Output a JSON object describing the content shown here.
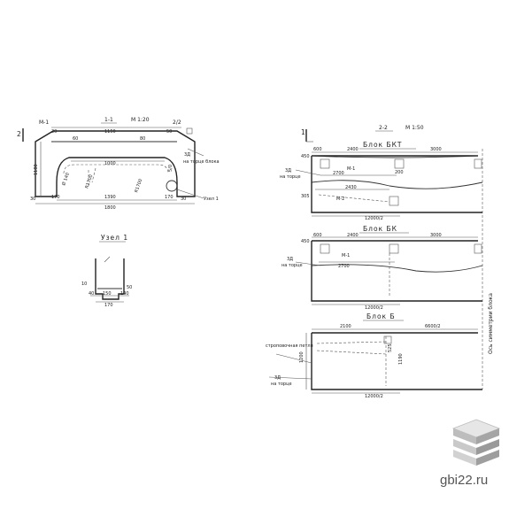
{
  "section_1": {
    "title": "1-1",
    "scale": "М 1:20",
    "label_m1": "М-1",
    "label_2": "2",
    "label_22": "2/2",
    "dims": {
      "top_left": "30",
      "top_mid": "1150",
      "top_right": "50",
      "angle_left": "60",
      "angle_right": "80",
      "inner_top": "1000",
      "height": "1180",
      "left_vert": "Ø 140",
      "right_vert": "5/0",
      "bottom_mid": "1390",
      "bottom_left": "170",
      "bottom_right": "170",
      "corner_left": "30",
      "corner_right": "30",
      "overall": "1800",
      "diag_left": "R1700",
      "diag_right": "R1700"
    },
    "note_3d": "3Д",
    "note_torets": "на торце блока",
    "uzel_ref": "Узел 1"
  },
  "uzel": {
    "title": "Узел 1",
    "d10": "10",
    "d50": "50",
    "d40": "40",
    "d150": "150",
    "d140": "140",
    "d170": "170"
  },
  "section_2": {
    "title": "2-2",
    "scale": "М 1:50",
    "label_1": "1",
    "axis_label": "Ось симметрии блока"
  },
  "block_bkt": {
    "title": "Блок БКТ",
    "d600": "600",
    "d2400": "2400",
    "d3000": "3000",
    "d450": "450",
    "m1": "М-1",
    "d2700": "2700",
    "d2430": "2430",
    "d305": "305",
    "m2": "М-2",
    "d200": "200",
    "n_3d": "3Д",
    "n_torets": "на торце",
    "half": "12000/2"
  },
  "block_bk": {
    "title": "Блок БК",
    "d600": "600",
    "d2400": "2400",
    "d3000": "3000",
    "d450": "450",
    "m1": "М-1",
    "d2700": "2700",
    "n_3d": "3Д",
    "n_torets": "на торце",
    "half": "12000/2"
  },
  "block_b": {
    "title": "Блок Б",
    "d2100": "2100",
    "d6600": "6600/2",
    "d1200": "1200",
    "d1190": "1190",
    "d525": "525",
    "n_podvesnoy": "строповочная петля",
    "n_3d": "3Д",
    "n_torets": "на торце",
    "half": "12000/2"
  },
  "watermark": {
    "site": "gbi22.ru",
    "logo_icon": "stacked-blocks-logo"
  }
}
